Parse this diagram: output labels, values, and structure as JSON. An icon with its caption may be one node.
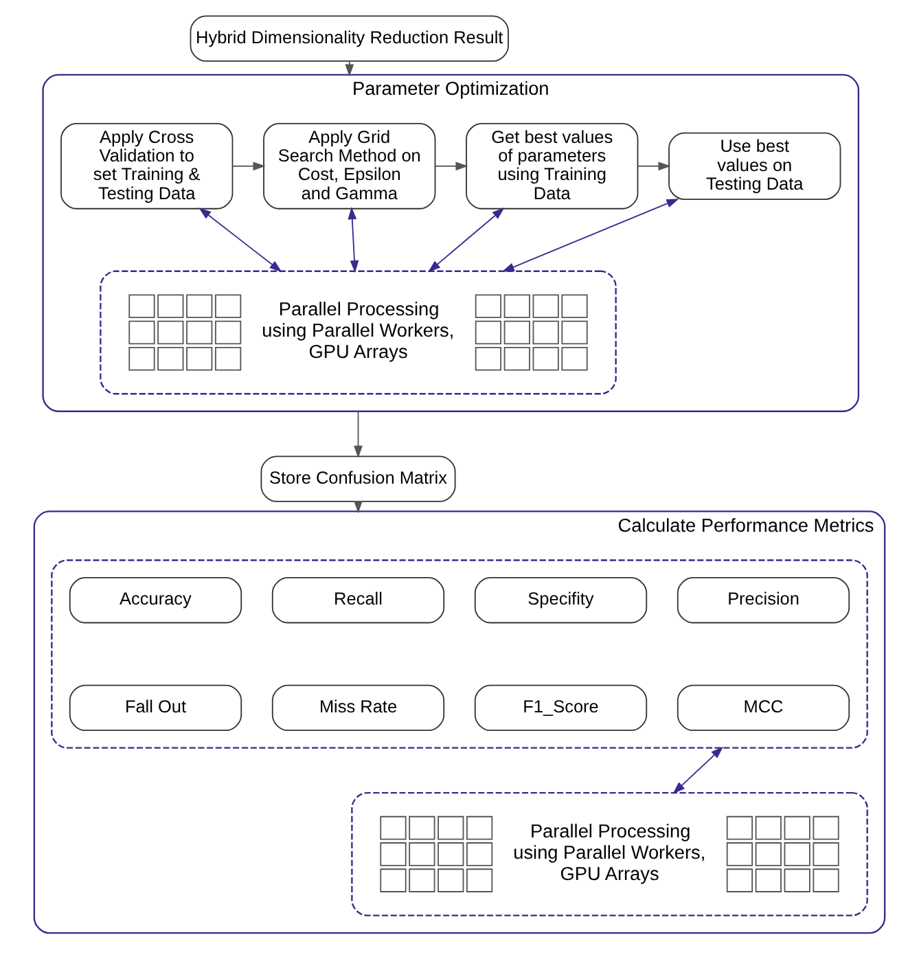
{
  "diagram": {
    "nodes": [
      {
        "text": [
          "Hybrid Dimensionality Reduction Result"
        ]
      },
      {
        "text": [
          "Parameter Optimization"
        ]
      },
      {
        "text": [
          "Apply Cross Validation to set Training & Testing Data"
        ],
        "in": 1
      },
      {
        "text": [
          "Apply Grid Search Method on Cost, Epsilon and Gamma"
        ],
        "in": 1
      },
      {
        "text": [
          "Get best values of parameters using Training Data"
        ],
        "in": 1
      },
      {
        "text": [
          "Use best values on Testing Data"
        ],
        "in": 1
      },
      {
        "text": [
          "Parallel Processing using Parallel Workers, GPU Arrays"
        ],
        "in": 1
      },
      {
        "text": [
          "Store Confusion Matrix"
        ]
      },
      {
        "text": [
          "Calculate Performance Metrics"
        ]
      },
      {
        "text": [],
        "shape": "box",
        "in": 8
      },
      {
        "text": [
          "Accuracy"
        ],
        "in": 9
      },
      {
        "text": [
          "Recall"
        ],
        "in": 9
      },
      {
        "text": [
          "Specifity"
        ],
        "in": 9
      },
      {
        "text": [
          "Precision"
        ],
        "in": 9
      },
      {
        "text": [
          "Fall Out"
        ],
        "in": 9
      },
      {
        "text": [
          "Miss Rate"
        ],
        "in": 9
      },
      {
        "text": [
          "F1_Score"
        ],
        "in": 9
      },
      {
        "text": [
          "MCC"
        ],
        "in": 9
      },
      {
        "text": [
          "Parallel Processing using Parallel Workers, GPU Arrays"
        ],
        "in": 8
      }
    ],
    "edges": [
      {
        "from": 0,
        "to": 1,
        "arrow": "to"
      },
      {
        "from": 2,
        "to": 3,
        "arrow": "to"
      },
      {
        "from": 3,
        "to": 4,
        "arrow": "to"
      },
      {
        "from": 4,
        "to": 5,
        "arrow": "to"
      },
      {
        "from": 2,
        "to": 6,
        "arrow": "both",
        "color": "#3b2a8c"
      },
      {
        "from": 3,
        "to": 6,
        "arrow": "both",
        "color": "#3b2a8c"
      },
      {
        "from": 4,
        "to": 6,
        "arrow": "both",
        "color": "#3b2a8c"
      },
      {
        "from": 5,
        "to": 6,
        "arrow": "both",
        "color": "#3b2a8c"
      },
      {
        "from": 1,
        "to": 7,
        "arrow": "to"
      },
      {
        "from": 7,
        "to": 8,
        "arrow": "to"
      },
      {
        "from": 9,
        "to": 18,
        "arrow": "both",
        "color": "#3b2a8c"
      }
    ]
  }
}
